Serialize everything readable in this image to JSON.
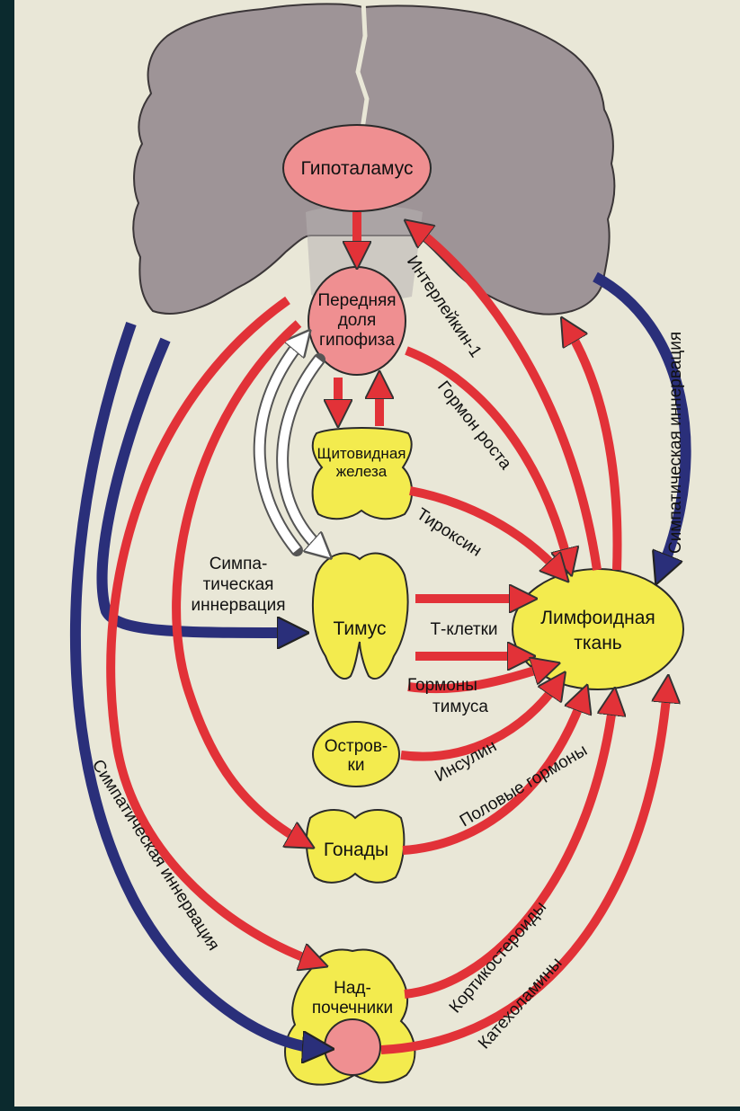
{
  "colors": {
    "frame": "#0b2a2e",
    "page": "#e9e7d7",
    "brain": "#9e9497",
    "pink_node": "#ef8f91",
    "yellow_node": "#f3eb4e",
    "red_arrow": "#e23238",
    "blue_arrow": "#2a2f7a",
    "white_arrow": "#ffffff"
  },
  "nodes": {
    "hypothalamus": "Гипоталамус",
    "pituitary": [
      "Передняя",
      "доля",
      "гипофиза"
    ],
    "thyroid": [
      "Щитовидная",
      "железа"
    ],
    "thymus": "Тимус",
    "lymphoid": [
      "Лимфоидная",
      "ткань"
    ],
    "islets": [
      "Остров-",
      "ки"
    ],
    "gonads": "Гонады",
    "adrenals": [
      "Над-",
      "почечники"
    ]
  },
  "labels": {
    "interleukin": "Интерлейкин-1",
    "growth_hormone": "Гормон роста",
    "thyroxine": "Тироксин",
    "t_cells": "Т-клетки",
    "thymus_hormones": [
      "Гормоны",
      "тимуса"
    ],
    "insulin": "Инсулин",
    "sex_hormones": "Половые гормоны",
    "corticosteroids": "Кортикостероиды",
    "catecholamines": "Катехоламины",
    "symp_innervation_left": [
      "Симпа-",
      "тическая",
      "иннервация"
    ],
    "symp_innervation_right": "Симпатическая иннервация",
    "symp_innervation_bottom": "Симпатическая иннервация"
  }
}
